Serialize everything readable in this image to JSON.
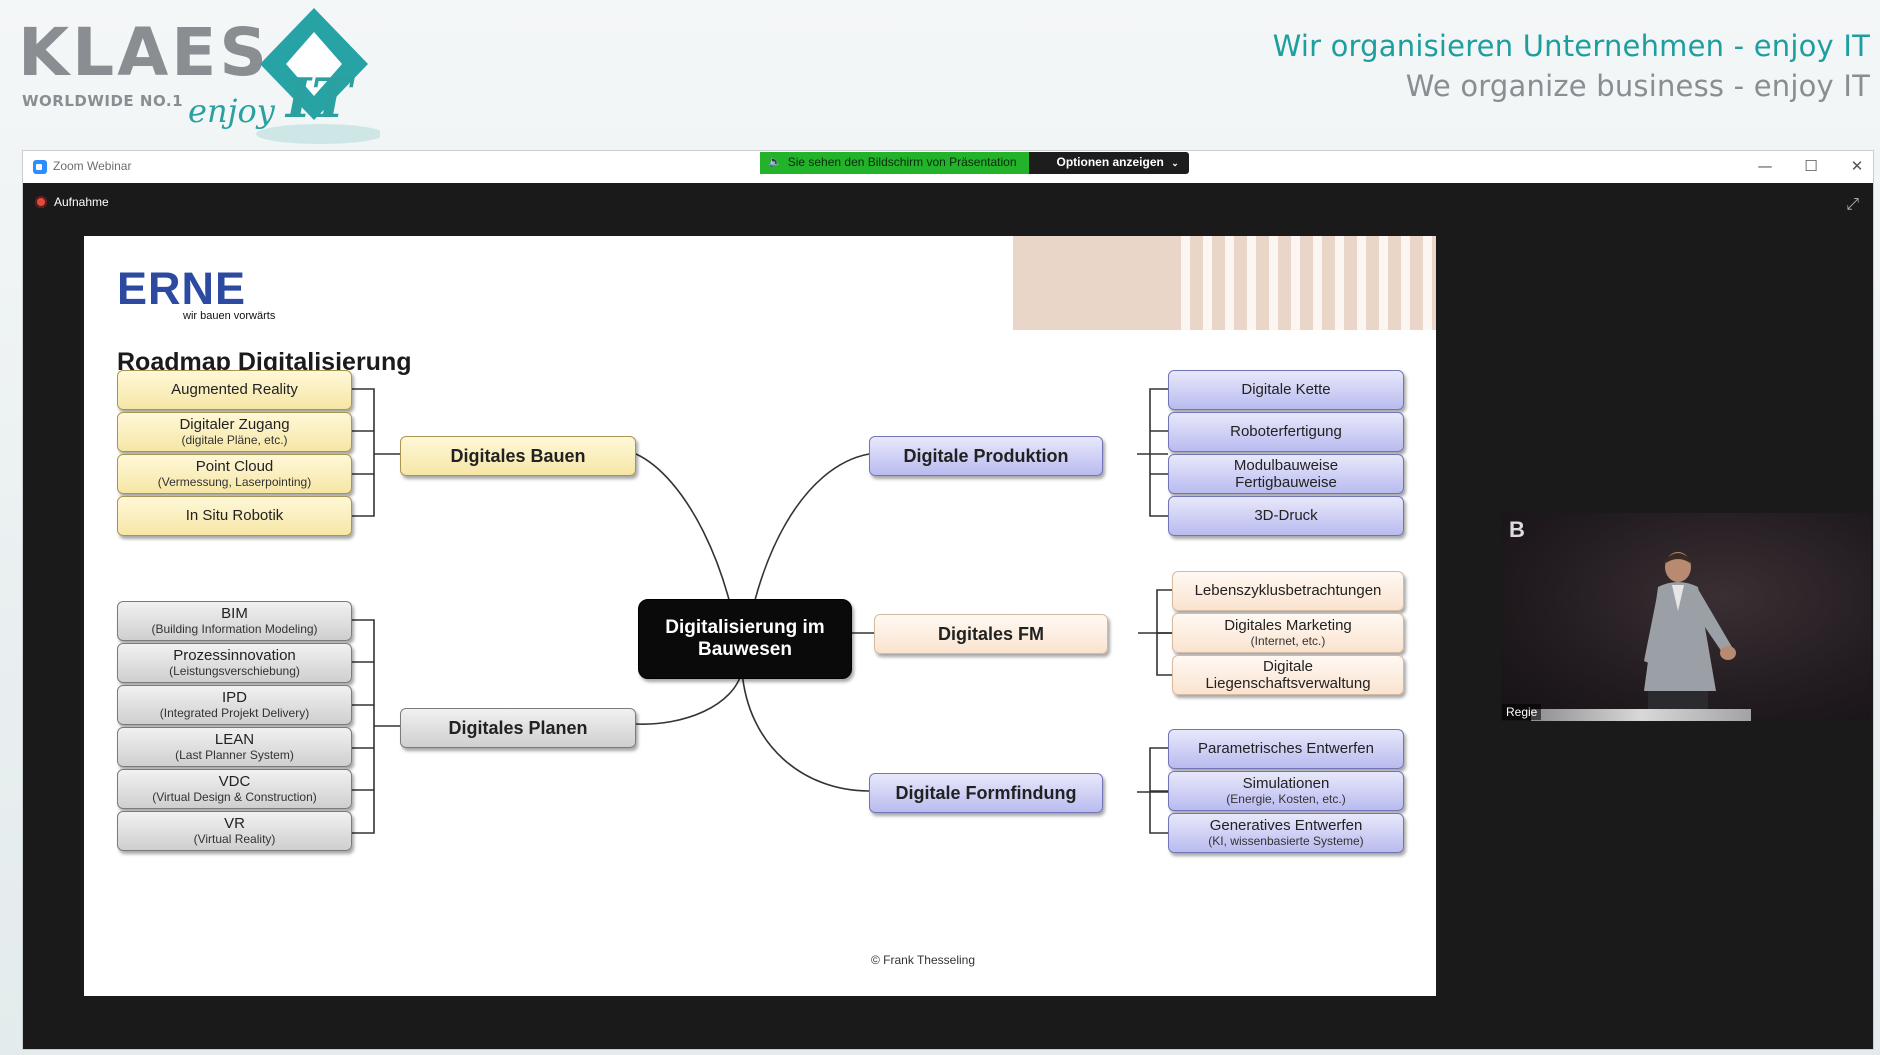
{
  "banner": {
    "logo_word": "KLAES",
    "logo_sub": "WORLDWIDE NO.1",
    "logo_enjoy": "enjoy",
    "logo_it": "IT",
    "tagline_de": "Wir organisieren Unternehmen - enjoy IT",
    "tagline_en": "We organize business - enjoy IT",
    "accent_color": "#1f9ea0"
  },
  "window": {
    "title": "Zoom Webinar",
    "share_status": "Sie sehen den Bildschirm von Präsentation",
    "options_label": "Optionen anzeigen",
    "share_color": "#23b32a",
    "minimize_icon": "minimize-icon",
    "maximize_icon": "maximize-icon",
    "close_icon": "close-icon"
  },
  "recording": {
    "label": "Aufnahme",
    "color": "#e34b3f"
  },
  "slide": {
    "logo": "ERNE",
    "logo_sub": "wir bauen vorwärts",
    "title": "Roadmap Digitalisierung",
    "center": {
      "l1": "Digitalisierung im",
      "l2": "Bauwesen"
    },
    "branches": {
      "bauen": "Digitales Bauen",
      "planen": "Digitales Planen",
      "produktion": "Digitale Produktion",
      "fm": "Digitales FM",
      "formfindung": "Digitale Formfindung"
    },
    "bauen_items": [
      {
        "l1": "Augmented Reality",
        "l2": ""
      },
      {
        "l1": "Digitaler Zugang",
        "l2": "(digitale Pläne, etc.)"
      },
      {
        "l1": "Point Cloud",
        "l2": "(Vermessung, Laserpointing)"
      },
      {
        "l1": "In Situ Robotik",
        "l2": ""
      }
    ],
    "planen_items": [
      {
        "l1": "BIM",
        "l2": "(Building Information Modeling)"
      },
      {
        "l1": "Prozessinnovation",
        "l2": "(Leistungsverschiebung)"
      },
      {
        "l1": "IPD",
        "l2": "(Integrated Projekt Delivery)"
      },
      {
        "l1": "LEAN",
        "l2": "(Last Planner System)"
      },
      {
        "l1": "VDC",
        "l2": "(Virtual Design & Construction)"
      },
      {
        "l1": "VR",
        "l2": "(Virtual Reality)"
      }
    ],
    "produktion_items": [
      {
        "l1": "Digitale Kette",
        "l2": ""
      },
      {
        "l1": "Roboterfertigung",
        "l2": ""
      },
      {
        "l1": "Modulbauweise",
        "l2": "Fertigbauweise"
      },
      {
        "l1": "3D-Druck",
        "l2": ""
      }
    ],
    "fm_items": [
      {
        "l1": "Lebenszyklusbetrachtungen",
        "l2": ""
      },
      {
        "l1": "Digitales Marketing",
        "l2": "(Internet, etc.)"
      },
      {
        "l1": "Digitale",
        "l2": "Liegenschaftsverwaltung"
      }
    ],
    "formfindung_items": [
      {
        "l1": "Parametrisches Entwerfen",
        "l2": ""
      },
      {
        "l1": "Simulationen",
        "l2": "(Energie, Kosten, etc.)"
      },
      {
        "l1": "Generatives Entwerfen",
        "l2": "(KI, wissenbasierte Systeme)"
      }
    ],
    "copyright": "© Frank Thesseling"
  },
  "video": {
    "label": "Regie",
    "badge": "B"
  }
}
